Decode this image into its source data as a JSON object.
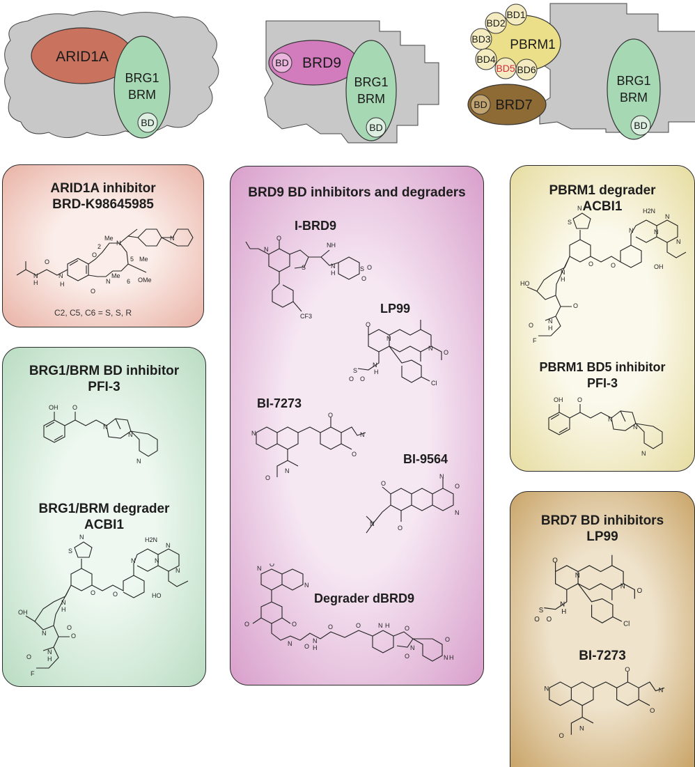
{
  "complexes": {
    "left": {
      "arid": "ARID1A",
      "brg_line1": "BRG1",
      "brg_line2": "BRM",
      "bd": "BD"
    },
    "middle": {
      "brd9": "BRD9",
      "brd9_bd": "BD",
      "brg_line1": "BRG1",
      "brg_line2": "BRM",
      "bd": "BD"
    },
    "right": {
      "pbrm1": "PBRM1",
      "bds": [
        "BD1",
        "BD2",
        "BD3",
        "BD4",
        "BD5",
        "BD6"
      ],
      "brd7": "BRD7",
      "brd7_bd": "BD",
      "brg_line1": "BRG1",
      "brg_line2": "BRM",
      "bd": "BD"
    }
  },
  "colors": {
    "arid1a": "#c9725e",
    "brg": "#a6d8b4",
    "brd9": "#d27cbe",
    "pbrm1": "#ecdf8a",
    "brd7": "#8e6a34",
    "bd5_text": "#d8283a",
    "scaffold": "#c8c8c8",
    "box_arid": "#f1cdc3",
    "box_brg": "#d3ead8",
    "box_brd9": "#f4e0ef",
    "box_pbrm1": "#f6f2d8",
    "box_brd7": "#e2cda4"
  },
  "boxes": {
    "arid": {
      "title_line1": "ARID1A inhibitor",
      "title_line2": "BRD-K98645985",
      "note": "C2, C5, C6 = S, S, R",
      "atoms": [
        "Me",
        "2",
        "N",
        "O",
        "Me",
        "5",
        "Me",
        "O",
        "N",
        "OMe",
        "6",
        "H",
        "N",
        "N",
        "O",
        "H",
        "N"
      ]
    },
    "brg": {
      "title1_line1": "BRG1/BRM BD inhibitor",
      "title1_line2": "PFI-3",
      "title2_line1": "BRG1/BRM degrader",
      "title2_line2": "ACBI1",
      "atoms_pfi3": [
        "OH",
        "O",
        "N",
        "N",
        "N"
      ],
      "atoms_acbi1": [
        "N",
        "S",
        "H2N",
        "N",
        "N",
        "N",
        "N",
        "OH",
        "HO",
        "N",
        "O",
        "O",
        "O",
        "N",
        "H",
        "O",
        "N",
        "H",
        "O",
        "F"
      ]
    },
    "brd9": {
      "title": "BRD9 BD inhibitors and degraders",
      "compounds": [
        "I-BRD9",
        "LP99",
        "BI-7273",
        "BI-9564",
        "Degrader dBRD9"
      ],
      "atoms_ibrd9": [
        "O",
        "N",
        "S",
        "NH",
        "N",
        "H",
        "S",
        "O",
        "O",
        "CF3"
      ],
      "atoms_lp99": [
        "O",
        "N",
        "N",
        "O",
        "S",
        "O",
        "O",
        "N",
        "H",
        "Cl"
      ],
      "atoms_bi7273": [
        "N",
        "O",
        "N",
        "O",
        "N",
        "O"
      ],
      "atoms_bi9564": [
        "O",
        "N",
        "O",
        "N",
        "O",
        "N"
      ],
      "atoms_dbrd9": [
        "N",
        "O",
        "N",
        "O",
        "O",
        "N",
        "O",
        "N",
        "H",
        "O",
        "O",
        "N",
        "H",
        "N",
        "O",
        "O",
        "N",
        "H",
        "O"
      ]
    },
    "pbrm1": {
      "title1_line1": "PBRM1 degrader",
      "title1_line2": "ACBI1",
      "title2_line1": "PBRM1 BD5 inhibitor",
      "title2_line2": "PFI-3",
      "atoms_acbi1": [
        "N",
        "S",
        "H2N",
        "N",
        "N",
        "N",
        "N",
        "HO",
        "OH",
        "O",
        "O",
        "N",
        "H",
        "O",
        "N",
        "H",
        "O",
        "F"
      ],
      "atoms_pfi3": [
        "OH",
        "O",
        "N",
        "N",
        "N"
      ]
    },
    "brd7": {
      "title1_line1": "BRD7 BD inhibitors",
      "title1_line2": "LP99",
      "title2": "BI-7273",
      "atoms_lp99": [
        "O",
        "N",
        "N",
        "O",
        "S",
        "O",
        "O",
        "N",
        "H",
        "Cl"
      ],
      "atoms_bi7273": [
        "N",
        "O",
        "N",
        "O",
        "N",
        "O"
      ]
    }
  }
}
